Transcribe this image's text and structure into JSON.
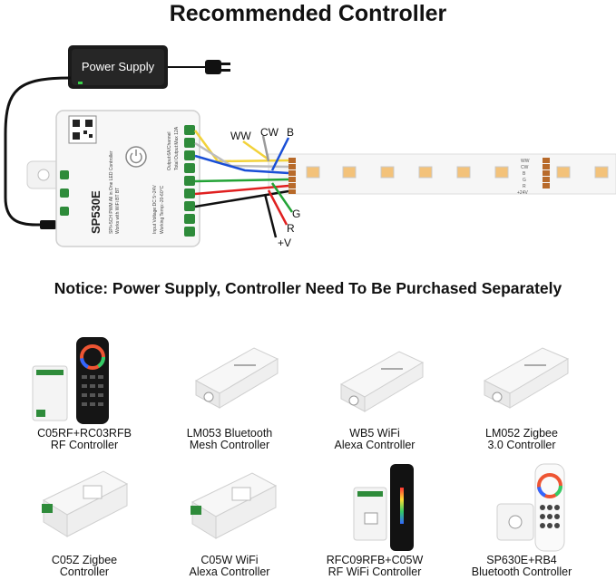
{
  "title": "Recommended Controller",
  "diagram": {
    "power_supply_label": "Power Supply",
    "device_model": "SP530E",
    "device_subtitle": "SPI+5CH PWM All in One LED Controller",
    "device_works_with": "Works with WiFi BT BT",
    "spec_voltage": "Input Voltage:DC 5~24V",
    "spec_temp": "Working Temp:-20-60°C",
    "spec_output": "Output:6A/Channel",
    "spec_total": "Total Output:Max 12A",
    "wire_labels": {
      "ww": "WW",
      "cw": "CW",
      "b": "B",
      "g": "G",
      "r": "R",
      "v": "+V"
    },
    "strip_pad_labels": [
      "WW",
      "CW",
      "B",
      "G",
      "R",
      "+24V"
    ]
  },
  "notice": "Notice: Power Supply, Controller Need To Be Purchased Separately",
  "products": [
    {
      "line1": "C05RF+RC03RFB",
      "line2": "RF Controller"
    },
    {
      "line1": "LM053 Bluetooth",
      "line2": "Mesh Controller"
    },
    {
      "line1": "WB5 WiFi",
      "line2": "Alexa Controller"
    },
    {
      "line1": "LM052 Zigbee",
      "line2": "3.0 Controller"
    },
    {
      "line1": "C05Z Zigbee",
      "line2": "Controller"
    },
    {
      "line1": "C05W WiFi",
      "line2": "Alexa Controller"
    },
    {
      "line1": "RFC09RFB+C05W",
      "line2": "RF WiFi Controller"
    },
    {
      "line1": "SP630E+RB4",
      "line2": "Bluetooth Controller"
    }
  ],
  "colors": {
    "wire_ww": "#f2d23a",
    "wire_cw": "#c8c8c8",
    "wire_b": "#1a4fd6",
    "wire_g": "#23a336",
    "wire_r": "#e02020",
    "wire_v": "#111111",
    "strip_pad": "#b86a2a",
    "led_warm": "#f3c27a"
  }
}
